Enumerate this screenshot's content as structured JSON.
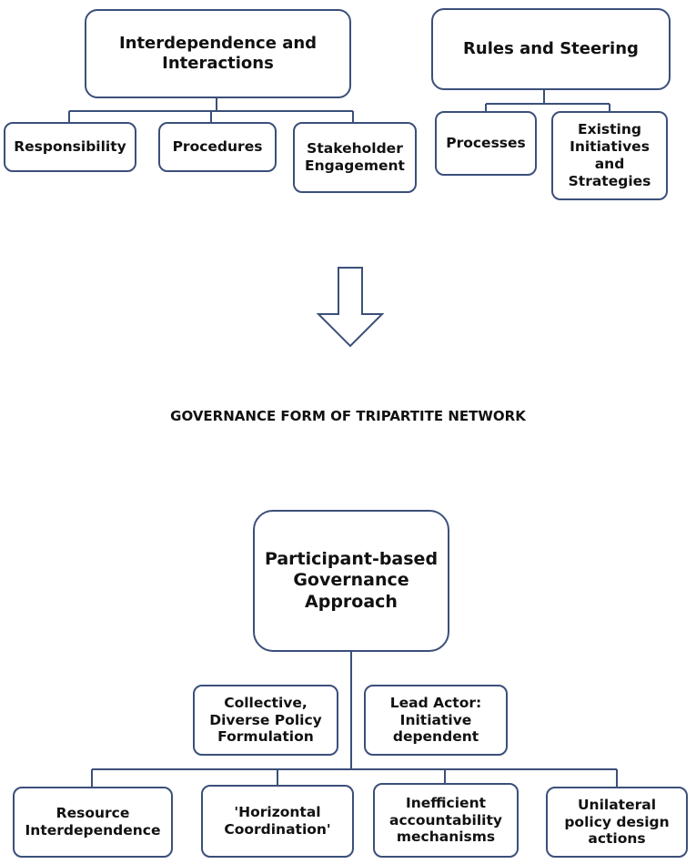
{
  "groups": {
    "interdependence": {
      "title": "Interdependence and\nInteractions",
      "children": [
        "Responsibility",
        "Procedures",
        "Stakeholder\nEngagement"
      ]
    },
    "rules": {
      "title": "Rules and Steering",
      "children": [
        "Processes",
        "Existing\nInitiatives\nand\nStrategies"
      ]
    }
  },
  "heading": "GOVERNANCE FORM OF TRIPARTITE NETWORK",
  "governance": {
    "title": "Participant-based\nGovernance\nApproach",
    "middle": [
      "Collective,\nDiverse Policy\nFormulation",
      "Lead Actor:\nInitiative\ndependent"
    ],
    "bottom": [
      "Resource\nInterdependence",
      "'Horizontal\nCoordination'",
      "Inefficient\naccountability\nmechanisms",
      "Unilateral\npolicy design\nactions"
    ]
  },
  "colors": {
    "border": "#3b4f7a",
    "line": "#3b4f7a",
    "arrow": "#3b4f7a"
  },
  "icons": {
    "flow_arrow": "down-arrow-outline"
  }
}
